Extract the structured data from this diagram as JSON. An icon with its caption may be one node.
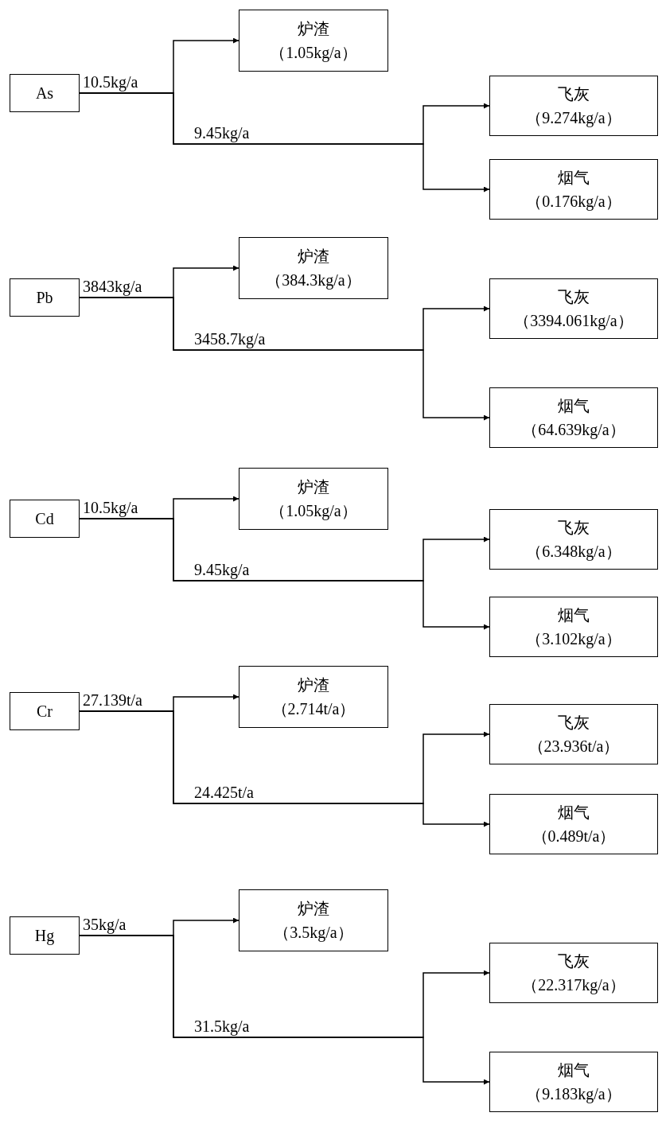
{
  "diagram": {
    "nodes": [
      {
        "text": [
          "As"
        ]
      },
      {
        "text": [
          "炉渣",
          "（1.05kg/a）"
        ]
      },
      {
        "text": [
          "飞灰",
          "（9.274kg/a）"
        ]
      },
      {
        "text": [
          "烟气",
          "（0.176kg/a）"
        ]
      },
      {
        "text": [
          "Pb"
        ]
      },
      {
        "text": [
          "炉渣",
          "（384.3kg/a）"
        ]
      },
      {
        "text": [
          "飞灰",
          "（3394.061kg/a）"
        ]
      },
      {
        "text": [
          "烟气",
          "（64.639kg/a）"
        ]
      },
      {
        "text": [
          "Cd"
        ]
      },
      {
        "text": [
          "炉渣",
          "（1.05kg/a）"
        ]
      },
      {
        "text": [
          "飞灰",
          "（6.348kg/a）"
        ]
      },
      {
        "text": [
          "烟气",
          "（3.102kg/a）"
        ]
      },
      {
        "text": [
          "Cr"
        ]
      },
      {
        "text": [
          "炉渣",
          "（2.714t/a）"
        ]
      },
      {
        "text": [
          "飞灰",
          "（23.936t/a）"
        ]
      },
      {
        "text": [
          "烟气",
          "（0.489t/a）"
        ]
      },
      {
        "text": [
          "Hg"
        ]
      },
      {
        "text": [
          "炉渣",
          "（3.5kg/a）"
        ]
      },
      {
        "text": [
          "飞灰",
          "（22.317kg/a）"
        ]
      },
      {
        "text": [
          "烟气",
          "（9.183kg/a）"
        ]
      }
    ],
    "edges": [
      {
        "from": 0,
        "to": 1,
        "arrow": "to"
      },
      {
        "from": 0,
        "to": 2,
        "arrow": "to"
      },
      {
        "from": 0,
        "to": 3,
        "arrow": "to"
      },
      {
        "from": 4,
        "to": 5,
        "arrow": "to"
      },
      {
        "from": 4,
        "to": 6,
        "arrow": "to"
      },
      {
        "from": 4,
        "to": 7,
        "arrow": "to"
      },
      {
        "from": 8,
        "to": 9,
        "arrow": "to"
      },
      {
        "from": 8,
        "to": 10,
        "arrow": "to"
      },
      {
        "from": 8,
        "to": 11,
        "arrow": "to"
      },
      {
        "from": 12,
        "to": 13,
        "arrow": "to"
      },
      {
        "from": 12,
        "to": 14,
        "arrow": "to"
      },
      {
        "from": 12,
        "to": 15,
        "arrow": "to"
      },
      {
        "from": 16,
        "to": 17,
        "arrow": "to"
      },
      {
        "from": 16,
        "to": 18,
        "arrow": "to"
      },
      {
        "from": 16,
        "to": 19,
        "arrow": "to"
      }
    ],
    "labels": [
      "10.5kg/a",
      "9.45kg/a",
      "3843kg/a",
      "3458.7kg/a",
      "10.5kg/a",
      "9.45kg/a",
      "27.139t/a",
      "24.425t/a",
      "35kg/a",
      "31.5kg/a"
    ]
  }
}
